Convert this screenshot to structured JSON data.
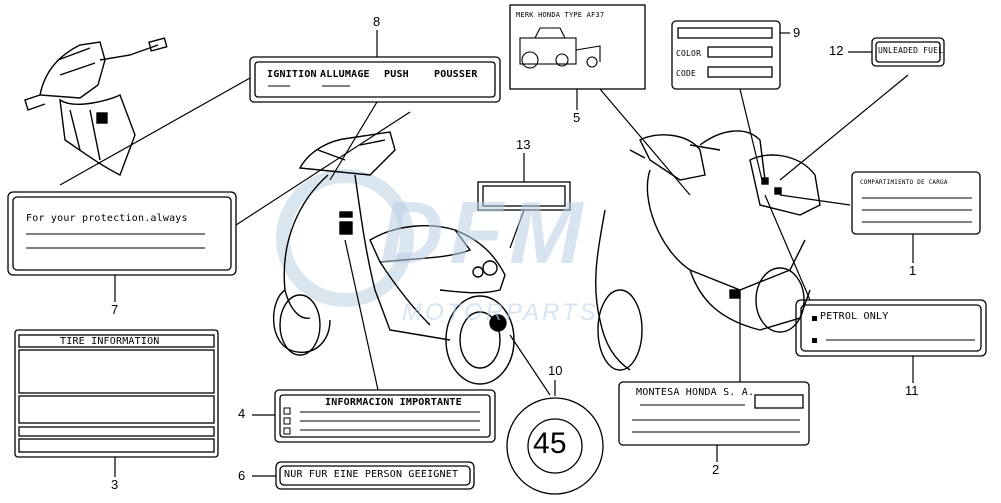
{
  "watermark": {
    "brand": "DFM",
    "tagline": "MOTORPARTS",
    "color": "#b9cfe3"
  },
  "callouts": [
    "1",
    "2",
    "3",
    "4",
    "5",
    "6",
    "7",
    "8",
    "9",
    "10",
    "11",
    "12",
    "13"
  ],
  "labels": {
    "ignition": {
      "ignition": "IGNITION",
      "allumage": "ALLUMAGE",
      "push": "PUSH",
      "pousser": "POUSSER"
    },
    "protection": "For your protection.always",
    "tire": "TIRE INFORMATION",
    "informacion": "INFORMACION IMPORTANTE",
    "person": "NUR FUR EINE PERSON GEEIGNET",
    "merk": "MERK HONDA TYPE AF37",
    "color_code": {
      "color": "COLOR",
      "code": "CODE"
    },
    "unleaded": "UNLEADED FUEL",
    "compartimiento": "COMPARTIMIENTO DE CARGA",
    "petrol": "PETROL ONLY",
    "montesa": "MONTESA HONDA S. A.",
    "speed": "45"
  }
}
